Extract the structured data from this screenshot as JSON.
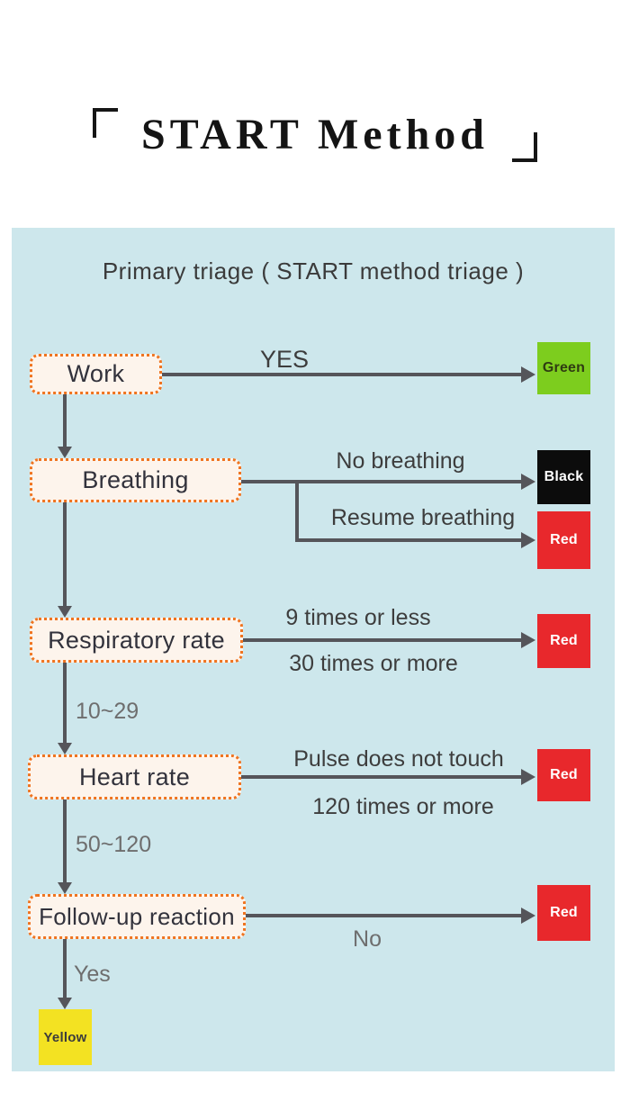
{
  "title": {
    "text": "START Method"
  },
  "panel": {
    "header": "Primary triage ( START method triage )"
  },
  "colors": {
    "panel_bg": "#cde7ec",
    "node_fill": "#fdf4ec",
    "node_border": "#ef7420",
    "arrow": "#55555a",
    "green": "#7dcd1e",
    "black": "#0c0c0c",
    "red": "#e8282c",
    "yellow": "#f3e222"
  },
  "nodes": {
    "work": {
      "label": "Work"
    },
    "breathing": {
      "label": "Breathing"
    },
    "respiratory_rate": {
      "label": "Respiratory rate"
    },
    "heart_rate": {
      "label": "Heart rate"
    },
    "follow_up": {
      "label": "Follow-up reaction"
    }
  },
  "edge_labels": {
    "work_yes": "YES",
    "no_breathing": "No breathing",
    "resume_breathing": "Resume breathing",
    "resp_low": "9 times or less",
    "resp_high": "30 times or more",
    "resp_normal": "10~29",
    "pulse_absent": "Pulse does not touch",
    "pulse_high": "120 times or more",
    "heart_normal": "50~120",
    "follow_no": "No",
    "follow_yes": "Yes"
  },
  "outcomes": {
    "green": "Green",
    "black": "Black",
    "red": "Red",
    "yellow": "Yellow"
  }
}
